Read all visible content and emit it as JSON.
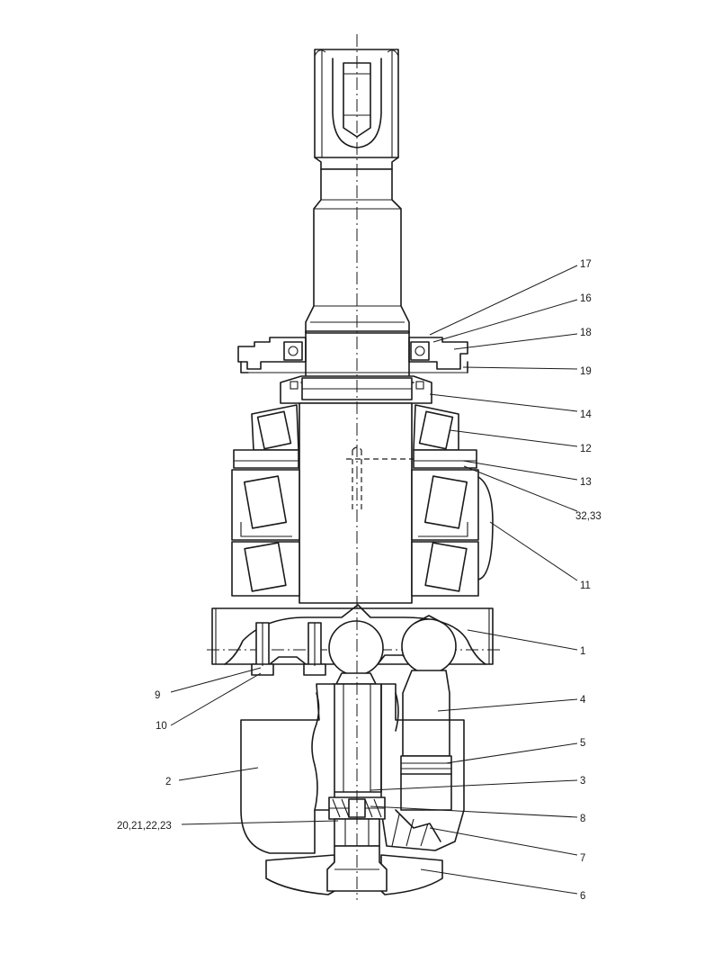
{
  "title": "",
  "callouts": [
    {
      "id": "17",
      "text": "17"
    },
    {
      "id": "16",
      "text": "16"
    },
    {
      "id": "18",
      "text": "18"
    },
    {
      "id": "19",
      "text": "19"
    },
    {
      "id": "14",
      "text": "14"
    },
    {
      "id": "12",
      "text": "12"
    },
    {
      "id": "13",
      "text": "13"
    },
    {
      "id": "32_33",
      "text": "32,33"
    },
    {
      "id": "11",
      "text": "11"
    },
    {
      "id": "1",
      "text": "1"
    },
    {
      "id": "4",
      "text": "4"
    },
    {
      "id": "5",
      "text": "5"
    },
    {
      "id": "3",
      "text": "3"
    },
    {
      "id": "8",
      "text": "8"
    },
    {
      "id": "7",
      "text": "7"
    },
    {
      "id": "6",
      "text": "6"
    },
    {
      "id": "9",
      "text": "9"
    },
    {
      "id": "10",
      "text": "10"
    },
    {
      "id": "2",
      "text": "2"
    },
    {
      "id": "20_21_22_23",
      "text": "20,21,22,23"
    }
  ]
}
